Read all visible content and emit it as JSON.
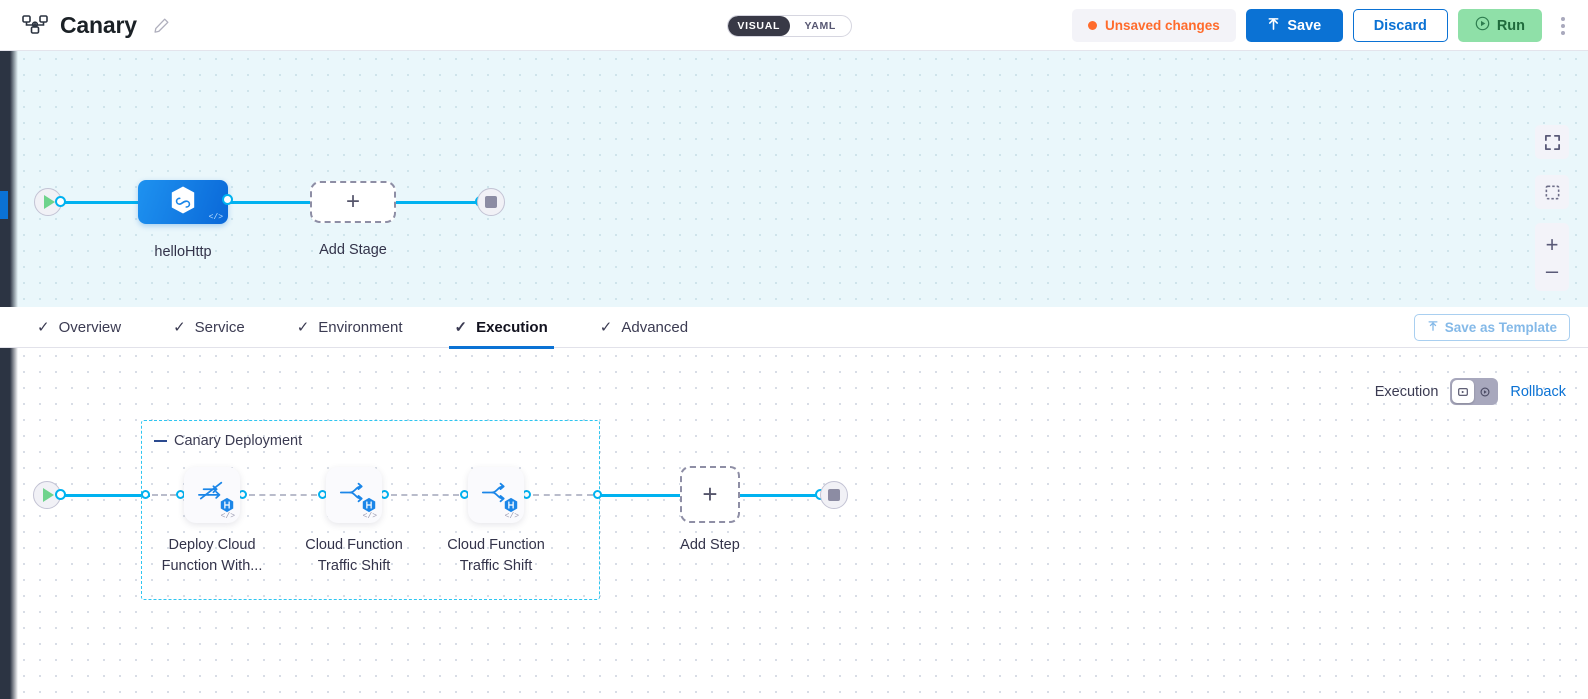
{
  "header": {
    "pipeline_icon": "pipeline-nodes-icon",
    "title": "Canary",
    "edit_icon": "pencil-icon",
    "mode_toggle": {
      "visual": "VISUAL",
      "yaml": "YAML",
      "selected": "VISUAL"
    },
    "unsaved_label": "Unsaved changes",
    "unsaved_color": "#ff6b2c",
    "save_label": "Save",
    "save_icon": "upload-arrow-icon",
    "discard_label": "Discard",
    "run_label": "Run",
    "run_icon": "play-circle-icon",
    "more_icon": "kebab-menu-icon"
  },
  "canvas_top": {
    "start_icon": "play-start-icon",
    "end_icon": "stop-end-icon",
    "stage": {
      "label": "helloHttp",
      "icon": "infinity-hexagon-icon",
      "code_tag": "</>"
    },
    "add_stage": {
      "label": "Add Stage",
      "plus": "+"
    },
    "controls": {
      "fit_icon": "fit-screen-icon",
      "select_icon": "marquee-select-icon",
      "zoom_in": "+",
      "zoom_out": "–"
    }
  },
  "tabs": {
    "items": [
      {
        "label": "Overview",
        "check": "✓",
        "active": false
      },
      {
        "label": "Service",
        "check": "✓",
        "active": false
      },
      {
        "label": "Environment",
        "check": "✓",
        "active": false
      },
      {
        "label": "Execution",
        "check": "✓",
        "active": true
      },
      {
        "label": "Advanced",
        "check": "✓",
        "active": false
      }
    ],
    "save_template_label": "Save as Template",
    "save_template_icon": "template-upload-icon"
  },
  "canvas_bottom": {
    "exec_label": "Execution",
    "rollback_label": "Rollback",
    "toggle": {
      "left_icon": "execution-flow-icon",
      "right_icon": "rollback-flow-icon",
      "selected": "left"
    },
    "group": {
      "title": "Canary Deployment",
      "collapse_icon": "collapse-dash-icon"
    },
    "start_icon": "play-start-icon",
    "end_icon": "stop-end-icon",
    "steps": [
      {
        "label": "Deploy Cloud\nFunction With...",
        "icon": "deploy-function-icon",
        "badge": "harness-hex-badge",
        "code_tag": "</>"
      },
      {
        "label": "Cloud Function\nTraffic Shift",
        "icon": "traffic-shift-icon",
        "badge": "harness-hex-badge",
        "code_tag": "</>"
      },
      {
        "label": "Cloud Function\nTraffic Shift",
        "icon": "traffic-shift-icon",
        "badge": "harness-hex-badge",
        "code_tag": "</>"
      }
    ],
    "add_step": {
      "label": "Add Step",
      "plus": "+"
    }
  },
  "colors": {
    "accent_blue": "#0b72d4",
    "wire_blue": "#00b2f0",
    "group_border": "#2ec5f0",
    "run_green": "#8fe0a8",
    "warn_orange": "#ff6b2c",
    "canvas_top_bg": "#eaf7fb"
  }
}
